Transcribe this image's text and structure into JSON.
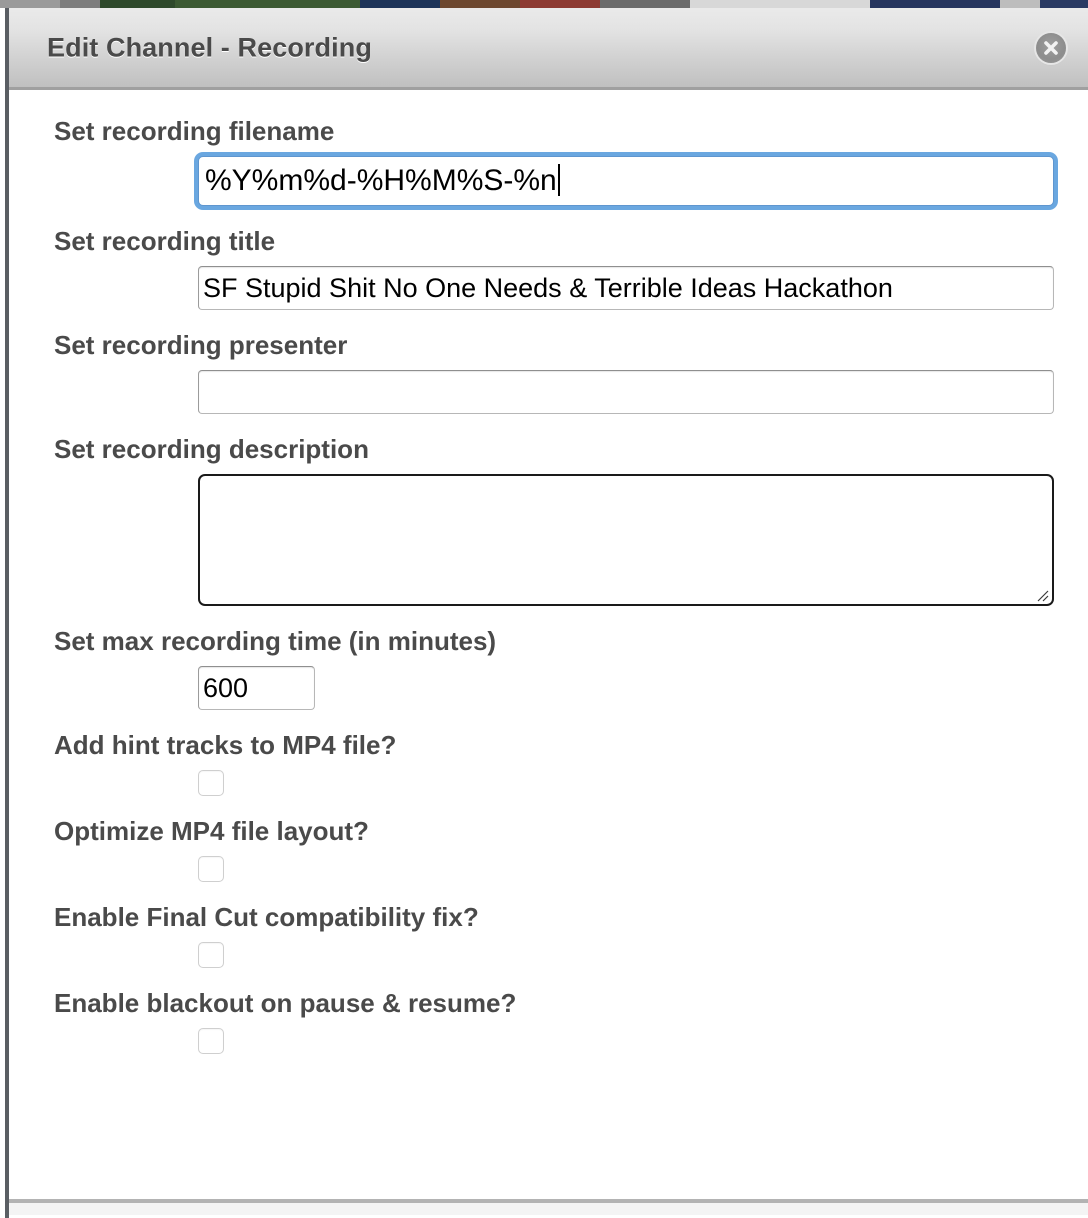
{
  "window": {
    "title": "Edit Channel - Recording",
    "close_icon": "close-circle-icon"
  },
  "colors": {
    "titlebar_top": "#eaeaea",
    "titlebar_bottom": "#c0c0c0",
    "label_text": "#4a4a4a",
    "focus_ring": "#6aa7e0",
    "dialog_border": "#5a5e63"
  },
  "form": {
    "fields": [
      {
        "name": "recording-filename",
        "label": "Set recording filename",
        "type": "text",
        "value": "%Y%m%d-%H%M%S-%n",
        "placeholder": "",
        "focused": true
      },
      {
        "name": "recording-title",
        "label": "Set recording title",
        "type": "text",
        "value": "SF Stupid Shit No One Needs & Terrible Ideas Hackathon",
        "placeholder": "",
        "focused": false
      },
      {
        "name": "recording-presenter",
        "label": "Set recording presenter",
        "type": "text",
        "value": "",
        "placeholder": "",
        "focused": false
      },
      {
        "name": "recording-description",
        "label": "Set recording description",
        "type": "textarea",
        "value": "",
        "placeholder": "",
        "focused": false
      },
      {
        "name": "max-recording-time",
        "label": "Set max recording time (in minutes)",
        "type": "number",
        "value": "600",
        "placeholder": "",
        "focused": false
      },
      {
        "name": "add-hint-tracks",
        "label": "Add hint tracks to MP4 file?",
        "type": "checkbox",
        "checked": false
      },
      {
        "name": "optimize-mp4-layout",
        "label": "Optimize MP4 file layout?",
        "type": "checkbox",
        "checked": false
      },
      {
        "name": "final-cut-compatibility",
        "label": "Enable Final Cut compatibility fix?",
        "type": "checkbox",
        "checked": false
      },
      {
        "name": "blackout-pause-resume",
        "label": "Enable blackout on pause & resume?",
        "type": "checkbox",
        "checked": false
      }
    ]
  }
}
